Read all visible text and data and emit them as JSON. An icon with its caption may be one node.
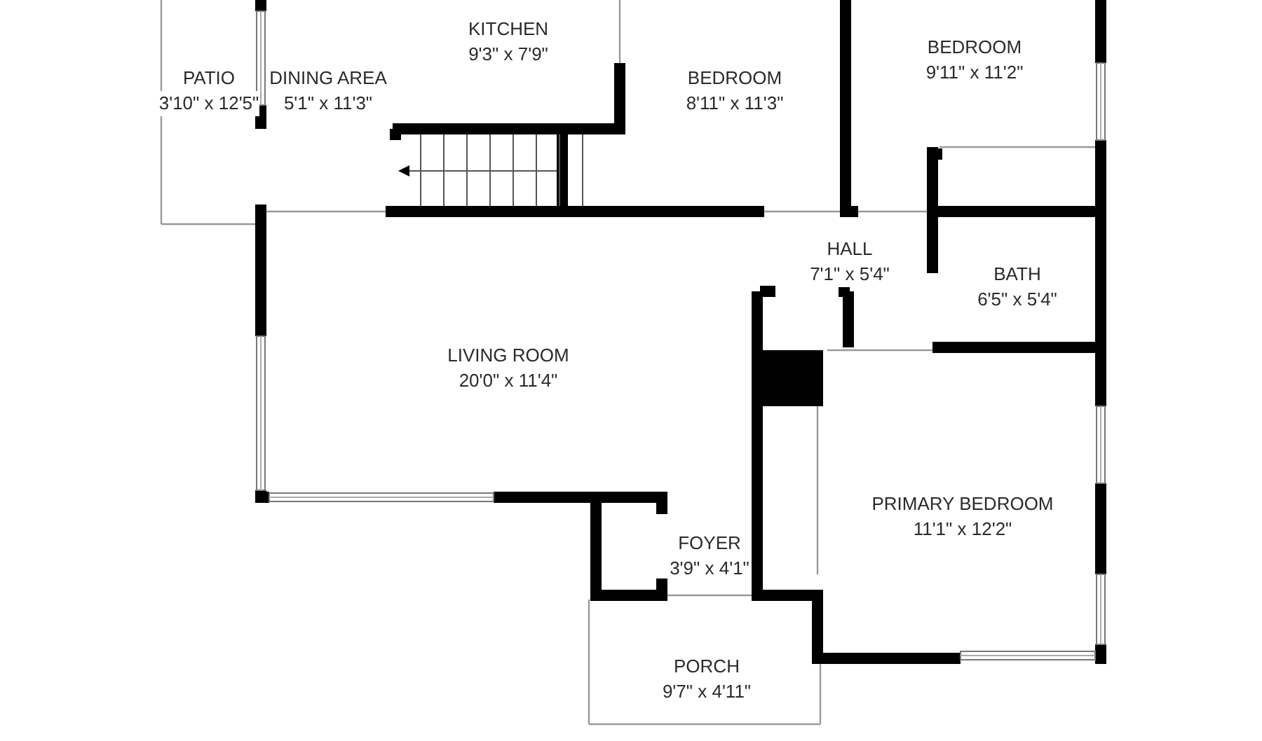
{
  "diagram": {
    "nodes": [
      {
        "text": [
          "PATIO",
          "3'10\" x 12'5\""
        ]
      },
      {
        "text": [
          "DINING AREA",
          "5'1\" x 11'3\""
        ]
      },
      {
        "text": [
          "KITCHEN",
          "9'3\" x 7'9\""
        ]
      },
      {
        "text": [
          "BEDROOM",
          "8'11\" x 11'3\""
        ]
      },
      {
        "text": [
          "BEDROOM",
          "9'11\" x 11'2\""
        ]
      },
      {
        "text": [
          "HALL",
          "7'1\" x 5'4\""
        ]
      },
      {
        "text": [
          "BATH",
          "6'5\" x 5'4\""
        ]
      },
      {
        "text": [
          "LIVING ROOM",
          "20'0\" x 11'4\""
        ]
      },
      {
        "text": [
          "PRIMARY BEDROOM",
          "11'1\" x 12'2\""
        ]
      },
      {
        "text": [
          "FOYER",
          "3'9\" x 4'1\""
        ]
      },
      {
        "text": [
          "PORCH",
          "9'7\" x 4'11\""
        ]
      }
    ]
  }
}
